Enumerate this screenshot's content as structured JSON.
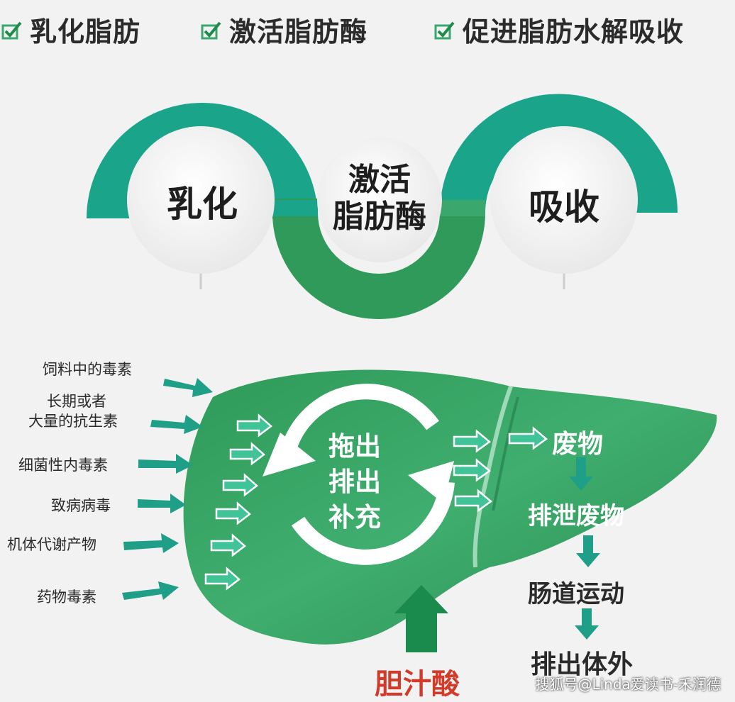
{
  "header": {
    "items": [
      {
        "label": "乳化脂肪"
      },
      {
        "label": "激活脂肪酶"
      },
      {
        "label": "促进脂肪水解吸收"
      }
    ]
  },
  "process": {
    "step1": "乳化",
    "step2_line1": "激活",
    "step2_line2": "脂肪酶",
    "step3": "吸收"
  },
  "liver": {
    "toxins": [
      {
        "line1": "饲料中的毒素"
      },
      {
        "line1": "长期或者",
        "line2": "大量的抗生素"
      },
      {
        "line1": "细菌性内毒素"
      },
      {
        "line1": "致病病毒"
      },
      {
        "line1": "机体代谢产物"
      },
      {
        "line1": "药物毒素"
      }
    ],
    "center": [
      "拖出",
      "排出",
      "补充"
    ],
    "flow": [
      "废物",
      "排泄废物",
      "肠道运动",
      "排出体外"
    ],
    "bile": "胆汁酸"
  },
  "watermark": "搜狐号@Linda爱读书-禾润德",
  "colors": {
    "green_dark": "#1f8a4c",
    "green_mid": "#3aa76d",
    "teal": "#1aa489",
    "arrow_teal": "#1f9e88",
    "bile_red": "#d23a2a"
  }
}
